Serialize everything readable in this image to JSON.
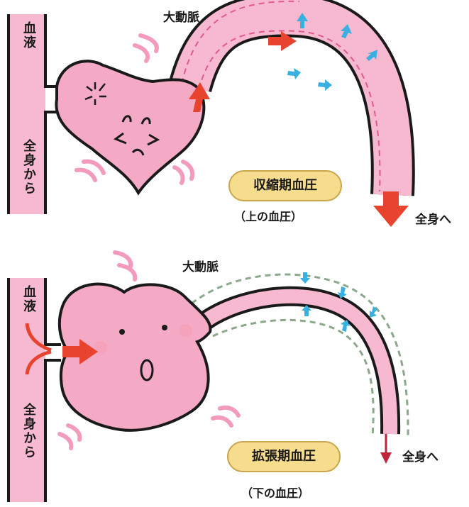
{
  "top": {
    "aorta_label": "大動脈",
    "blood_label": "血液",
    "from_body_label": "全身から",
    "to_body_label": "全身へ",
    "phase_label": "収縮期血圧",
    "phase_sub": "（上の血圧）"
  },
  "bottom": {
    "aorta_label": "大動脈",
    "blood_label": "血液",
    "from_body_label": "全身から",
    "to_body_label": "全身へ",
    "phase_label": "拡張期血圧",
    "phase_sub": "（下の血圧）"
  },
  "colors": {
    "heart_pink": "#f4a9c4",
    "aorta_pink": "#f7b9cf",
    "outline": "#1a1a1a",
    "red_arrow": "#e8432e",
    "blue_arrow": "#39b0e0",
    "pill_fill": "#f6dd8e"
  }
}
